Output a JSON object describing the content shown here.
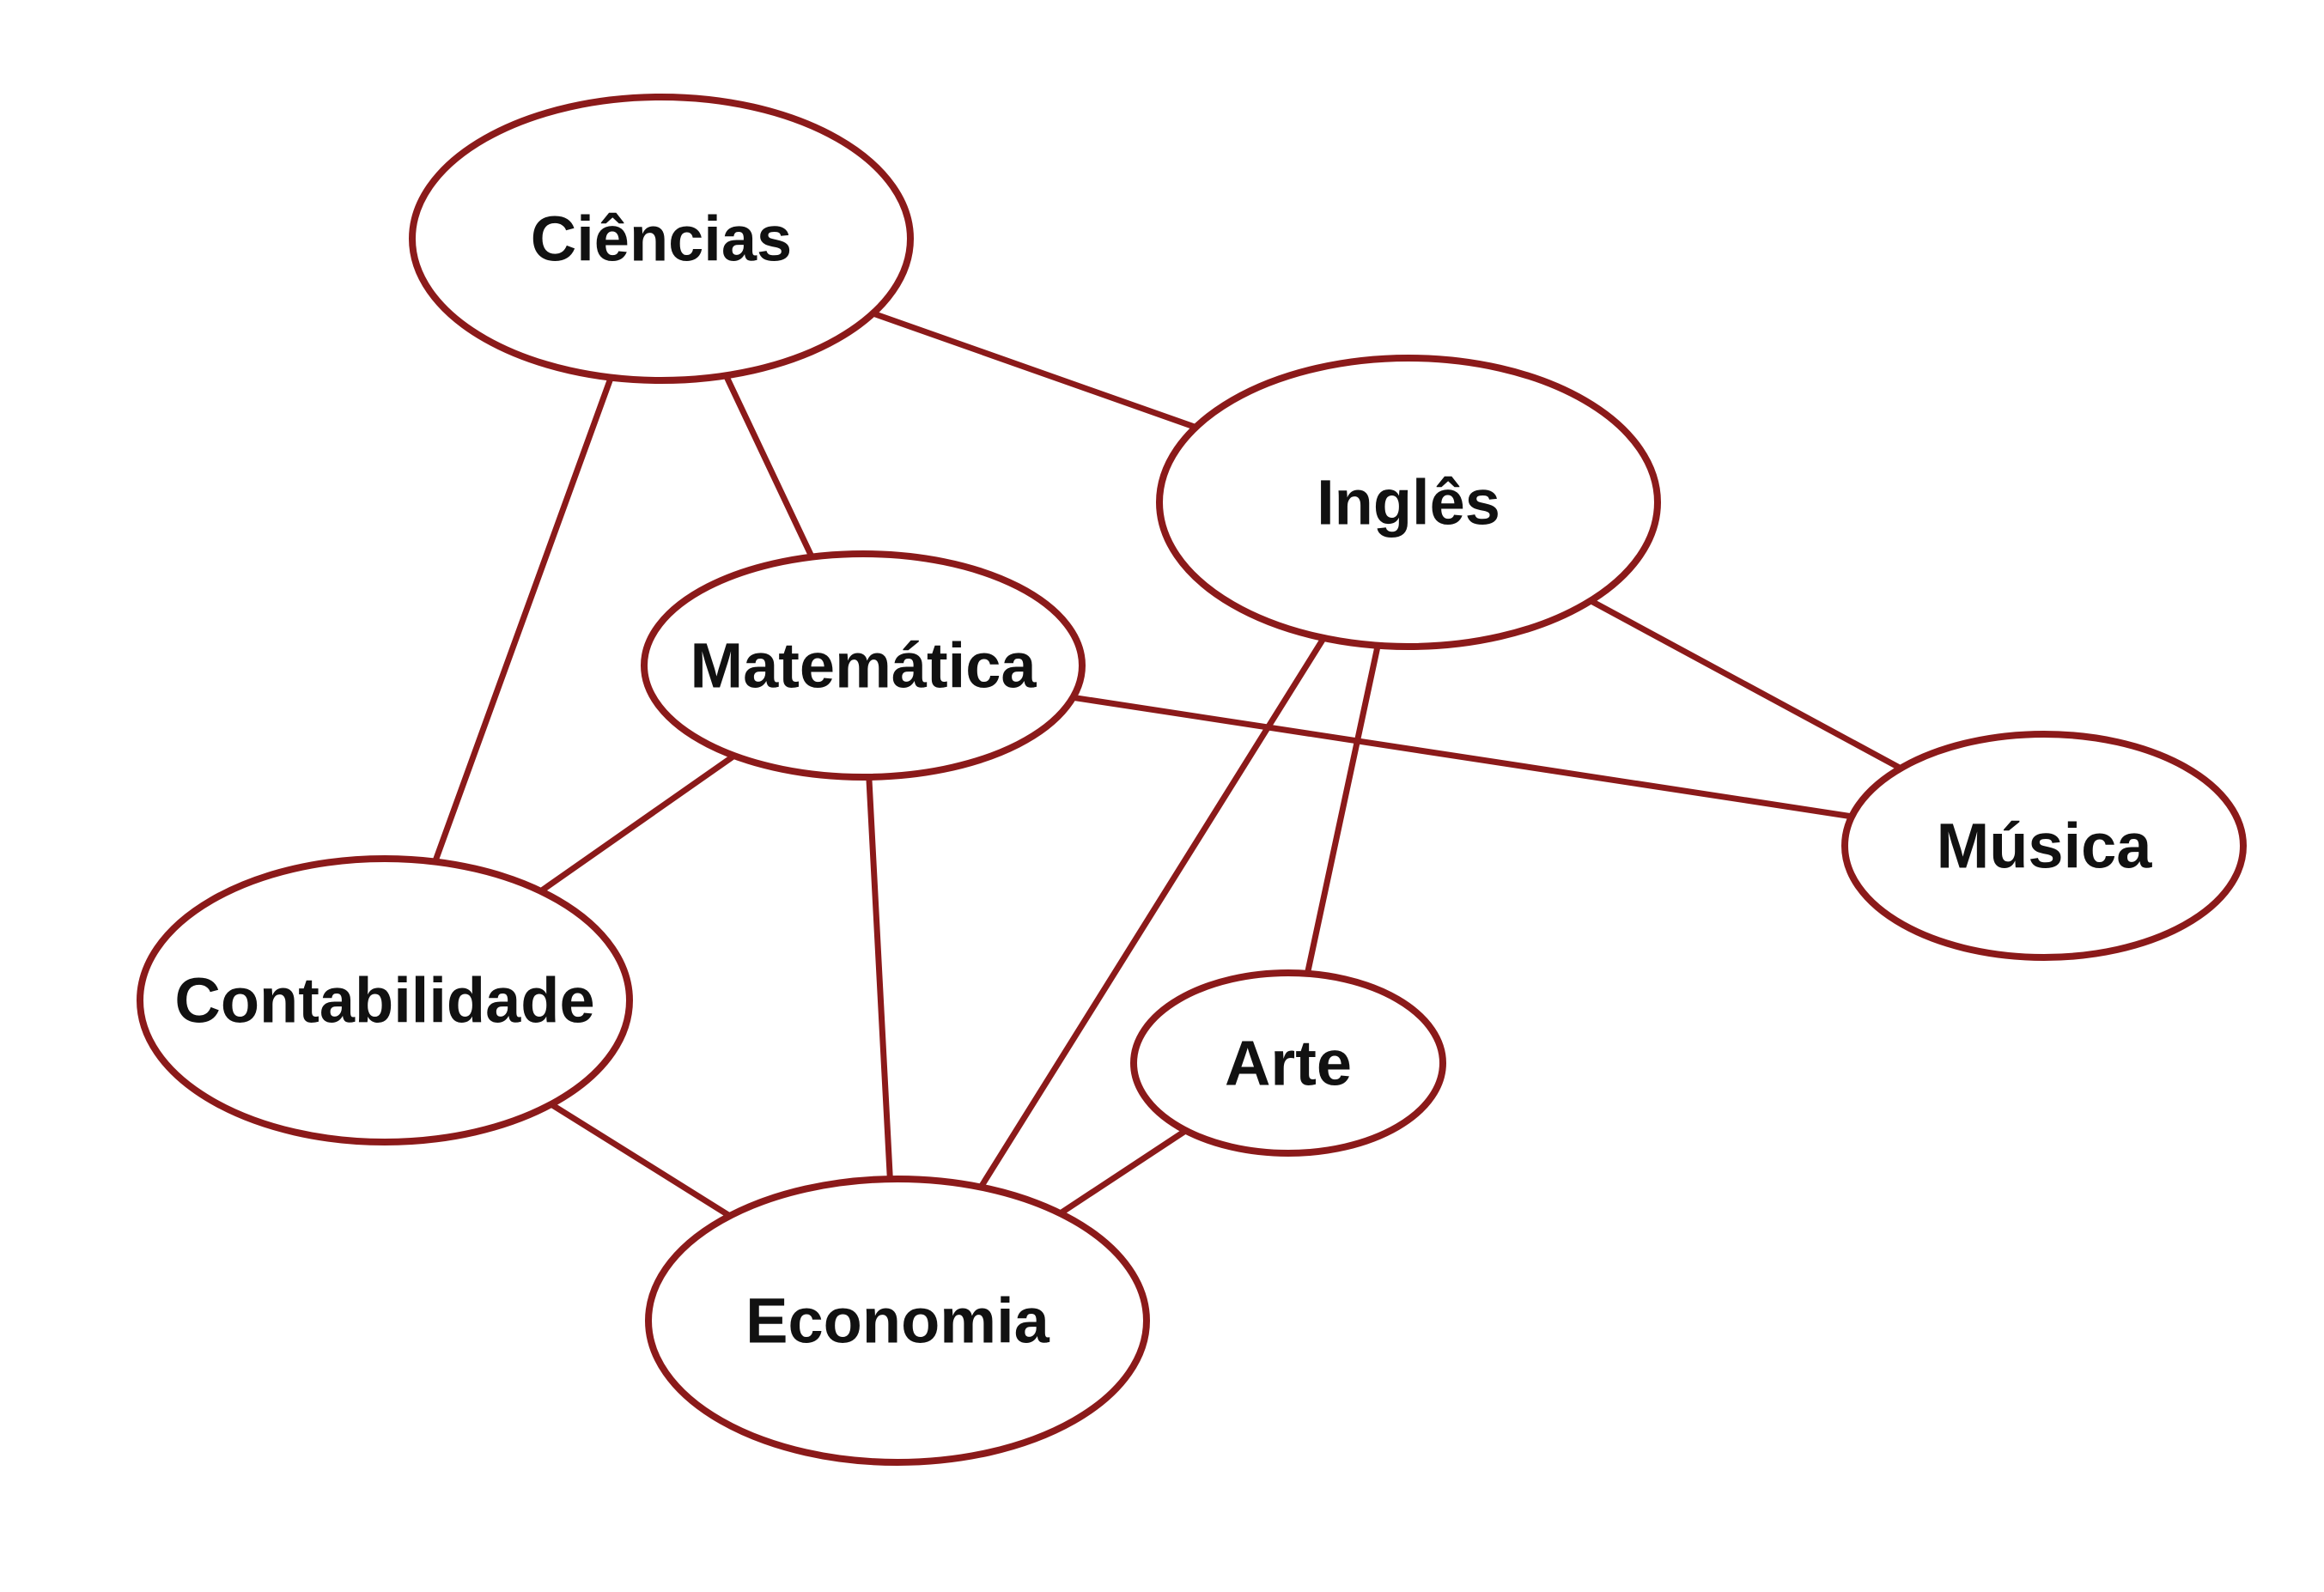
{
  "colors": {
    "stroke": "#8b1a1a",
    "text": "#111111",
    "background": "#ffffff"
  },
  "nodes": [
    {
      "id": "ciencias",
      "label": "Ciências"
    },
    {
      "id": "ingles",
      "label": "Inglês"
    },
    {
      "id": "matematica",
      "label": "Matemática"
    },
    {
      "id": "musica",
      "label": "Música"
    },
    {
      "id": "contabilidade",
      "label": "Contabilidade"
    },
    {
      "id": "arte",
      "label": "Arte"
    },
    {
      "id": "economia",
      "label": "Economia"
    }
  ],
  "edges": [
    {
      "from": "ciencias",
      "to": "ingles"
    },
    {
      "from": "ciencias",
      "to": "matematica"
    },
    {
      "from": "ciencias",
      "to": "contabilidade"
    },
    {
      "from": "ingles",
      "to": "musica"
    },
    {
      "from": "ingles",
      "to": "arte"
    },
    {
      "from": "ingles",
      "to": "economia"
    },
    {
      "from": "matematica",
      "to": "musica"
    },
    {
      "from": "matematica",
      "to": "contabilidade"
    },
    {
      "from": "matematica",
      "to": "economia"
    },
    {
      "from": "contabilidade",
      "to": "economia"
    },
    {
      "from": "arte",
      "to": "economia"
    }
  ]
}
